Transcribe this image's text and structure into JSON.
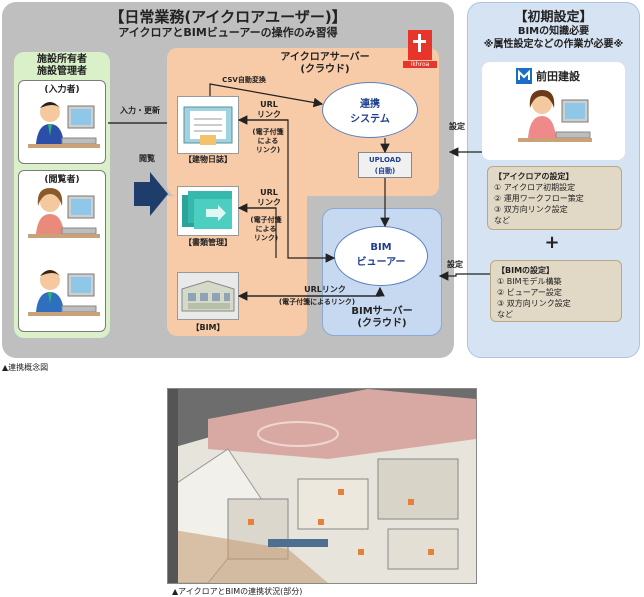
{
  "daily": {
    "title": "【日常業務(アイクロアユーザー)】",
    "subtitle": "アイクロアとBIMビューアーの操作のみ習得"
  },
  "owners": {
    "title_line1": "施設所有者",
    "title_line2": "施設管理者",
    "input_role": "(入力者)",
    "viewer_role": "(閲覧者)"
  },
  "edges": {
    "input_update": "入力・更新",
    "browse": "閲覧",
    "csv_auto": "CSV自動変換",
    "url_link": "URL",
    "url_link2": "リンク",
    "esign1": "(電子付箋",
    "esign2": "による",
    "esign3": "リンク)",
    "bim_url": "URLリンク",
    "bim_esign": "(電子付箋によるリンク)",
    "setting1": "設定",
    "setting2": "設定"
  },
  "server": {
    "title_line1": "アイクロアサーバー",
    "title_line2": "(クラウド)",
    "logo_text": "ikhroa",
    "building_diary": "【建物日誌】",
    "document_mgmt": "【書類管理】",
    "bim_label": "【BIM】"
  },
  "renkei": {
    "line1": "連携",
    "line2": "システム"
  },
  "upload": {
    "line1": "UPLOAD",
    "line2": "(自動)"
  },
  "bim_viewer": {
    "line1": "BIM",
    "line2": "ビューアー"
  },
  "bim_server": {
    "line1": "BIMサーバー",
    "line2": "(クラウド)"
  },
  "init": {
    "title": "【初期設定】",
    "sub1": "BIMの知識必要",
    "sub2": "※属性設定などの作業が必要※",
    "brand": "前田建設"
  },
  "icrowa_settings": {
    "title": "【アイクロアの設定】",
    "items": [
      "① アイクロア初期設定",
      "② 運用ワークフロー策定",
      "③ 双方向リンク設定",
      "など"
    ]
  },
  "plus": "+",
  "bim_settings": {
    "title": "【BIMの設定】",
    "items": [
      "① BIMモデル構築",
      "② ビューアー設定",
      "③ 双方向リンク設定",
      "など"
    ]
  },
  "captions": {
    "top": "▲連携概念図",
    "bottom": "▲アイクロアとBIMの連携状況(部分)"
  },
  "colors": {
    "daily_panel": "#bfbfbf",
    "server_bg": "#f8cba8",
    "owners_bg": "#d9f0c9",
    "init_bg": "#d6e3f3",
    "bim_server_bg": "#c7d9f1",
    "logo_red": "#e8352b"
  }
}
